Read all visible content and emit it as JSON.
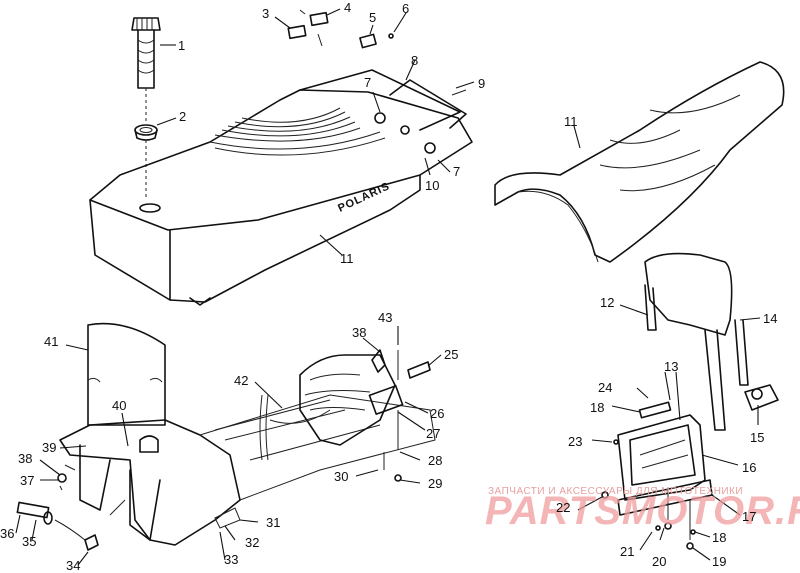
{
  "brand_text": "POLARIS",
  "watermark": {
    "small": "ЗАПЧАСТИ И АКСЕССУАРЫ ДЛЯ МОТОТЕХНИКИ",
    "big": "PARTSMOTOR.RU"
  },
  "callouts": {
    "c1": "1",
    "c2": "2",
    "c3": "3",
    "c4": "4",
    "c5": "5",
    "c6": "6",
    "c7a": "7",
    "c7b": "7",
    "c8": "8",
    "c9": "9",
    "c10": "10",
    "c11a": "11",
    "c11b": "11",
    "c12": "12",
    "c13": "13",
    "c14": "14",
    "c15": "15",
    "c16": "16",
    "c17": "17",
    "c18a": "18",
    "c18b": "18",
    "c19": "19",
    "c20": "20",
    "c21": "21",
    "c22": "22",
    "c23": "23",
    "c24": "24",
    "c25": "25",
    "c26": "26",
    "c27": "27",
    "c28": "28",
    "c29": "29",
    "c30": "30",
    "c31": "31",
    "c32": "32",
    "c33": "33",
    "c34": "34",
    "c35": "35",
    "c36": "36",
    "c37": "37",
    "c38a": "38",
    "c38b": "38",
    "c39": "39",
    "c40": "40",
    "c41": "41",
    "c42": "42",
    "c43": "43"
  }
}
